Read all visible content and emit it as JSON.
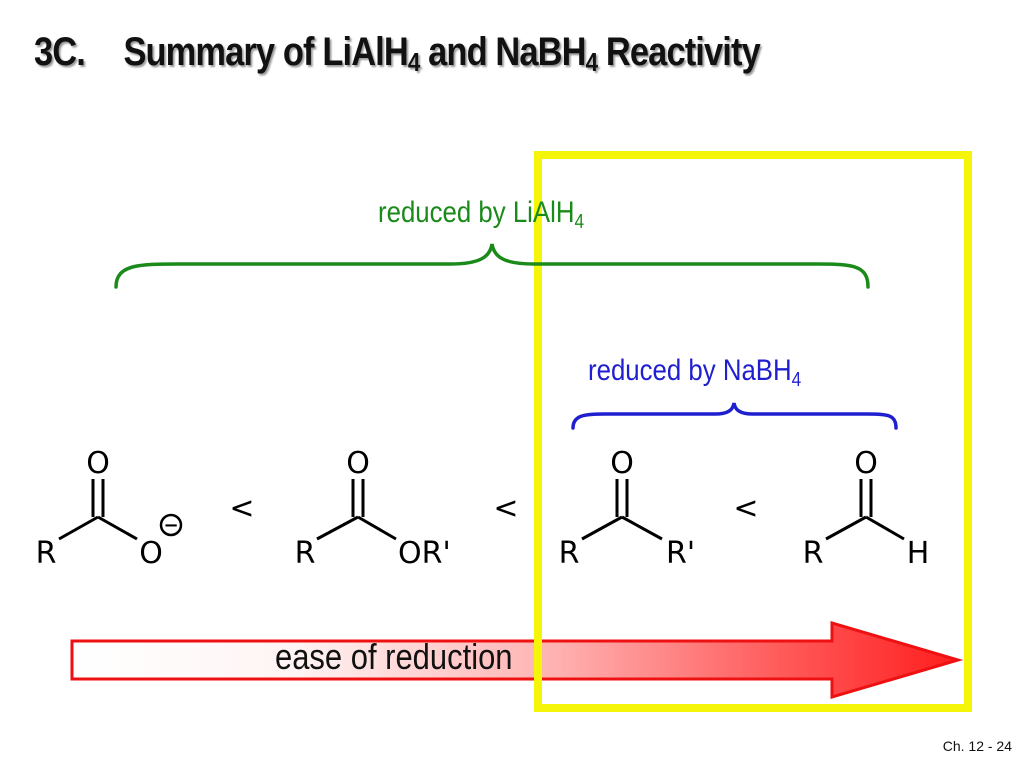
{
  "slide": {
    "title": {
      "number": "3C.",
      "part1": "Summary of LiAlH",
      "sub1": "4",
      "part2": " and NaBH",
      "sub2": "4",
      "part3": " Reactivity"
    },
    "lialh_label": {
      "text": "reduced by LiAlH",
      "sub": "4"
    },
    "nabh_label": {
      "text": "reduced by NaBH",
      "sub": "4"
    },
    "compounds": [
      {
        "name": "carboxylate",
        "oxygen": "O",
        "left_group": "R",
        "right_group": "O",
        "charge": "−"
      },
      {
        "name": "ester",
        "oxygen": "O",
        "left_group": "R",
        "right_group": "OR'"
      },
      {
        "name": "ketone",
        "oxygen": "O",
        "left_group": "R",
        "right_group": "R'"
      },
      {
        "name": "aldehyde",
        "oxygen": "O",
        "left_group": "R",
        "right_group": "H"
      }
    ],
    "comparators": [
      "<",
      "<",
      "<"
    ],
    "arrow_label": "ease of reduction",
    "page_number": "Ch. 12 - 24"
  },
  "colors": {
    "green_brace": "#1a8a1a",
    "blue_brace": "#1f1fd0",
    "highlight_box": "#f5f50a",
    "arrow_red": "#ee1111"
  }
}
